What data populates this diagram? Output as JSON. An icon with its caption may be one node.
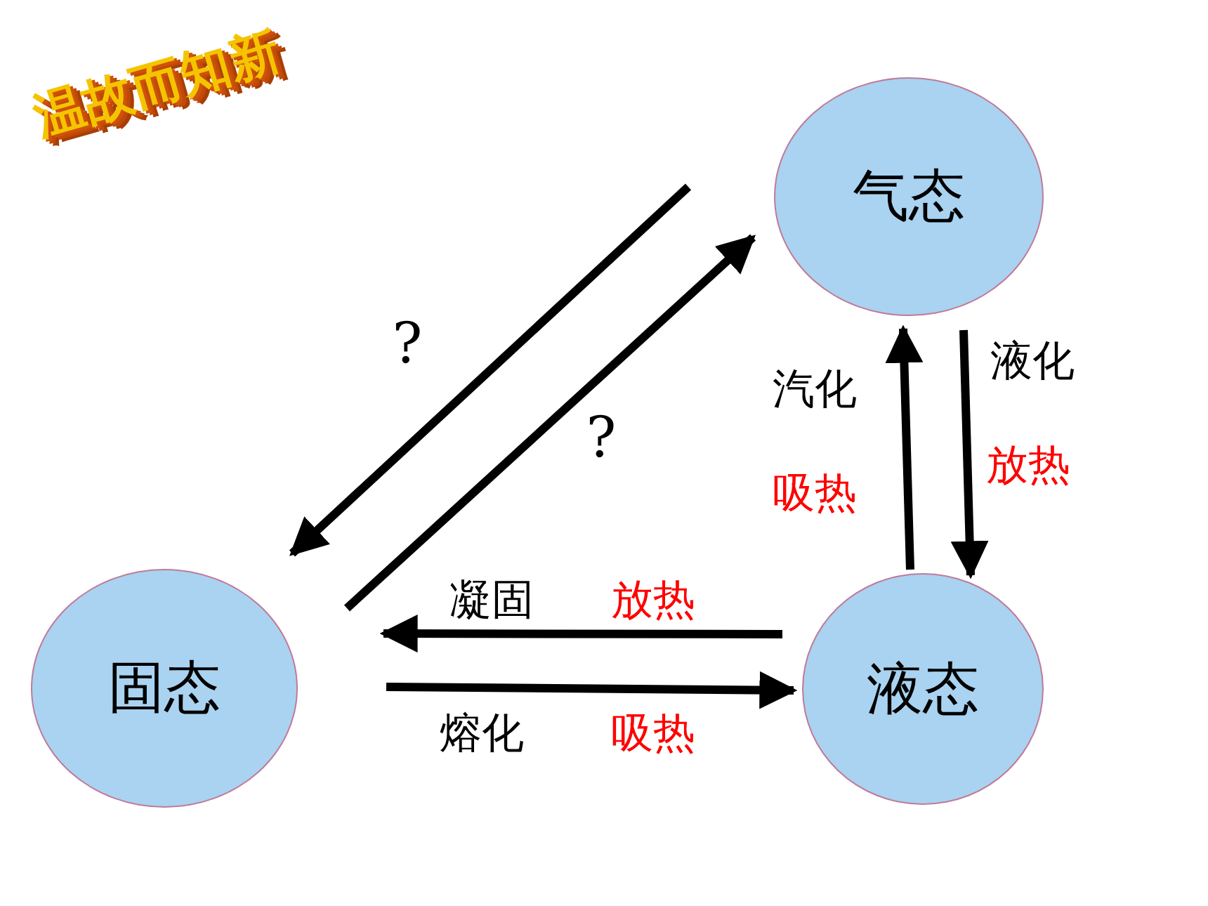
{
  "diagram": {
    "title": "温故而知新",
    "nodes": [
      {
        "text": [
          "气态"
        ]
      },
      {
        "text": [
          "固态"
        ]
      },
      {
        "text": [
          "液态"
        ]
      }
    ],
    "edges": [
      {
        "from": 0,
        "to": 1,
        "arrow": "to",
        "label": "?"
      },
      {
        "from": 1,
        "to": 0,
        "arrow": "to",
        "label": "?"
      },
      {
        "from": 2,
        "to": 0,
        "arrow": "to",
        "label": "汽化"
      },
      {
        "from": 0,
        "to": 2,
        "arrow": "to",
        "label": "液化"
      },
      {
        "from": 2,
        "to": 1,
        "arrow": "to",
        "label": "凝固"
      },
      {
        "from": 1,
        "to": 2,
        "arrow": "to",
        "label": "熔化"
      }
    ],
    "labels": [
      "放热",
      "吸热",
      "放热",
      "吸热"
    ]
  }
}
